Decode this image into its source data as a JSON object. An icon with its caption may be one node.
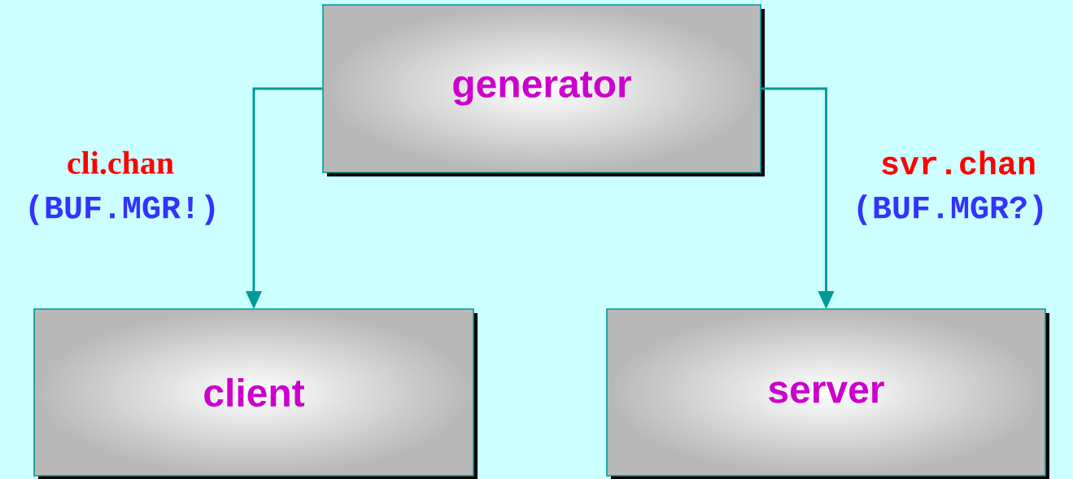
{
  "diagram": {
    "nodes": [
      {
        "text": [
          "generator"
        ]
      },
      {
        "text": [
          "client"
        ]
      },
      {
        "text": [
          "server"
        ]
      }
    ],
    "edges": [
      {
        "from": 0,
        "to": 1,
        "arrow": "to",
        "label": "cli.chan"
      },
      {
        "from": 0,
        "to": 2,
        "arrow": "to",
        "label": "svr.chan"
      }
    ],
    "labels": [
      "(BUF.MGR!)",
      "(BUF.MGR?)"
    ]
  }
}
